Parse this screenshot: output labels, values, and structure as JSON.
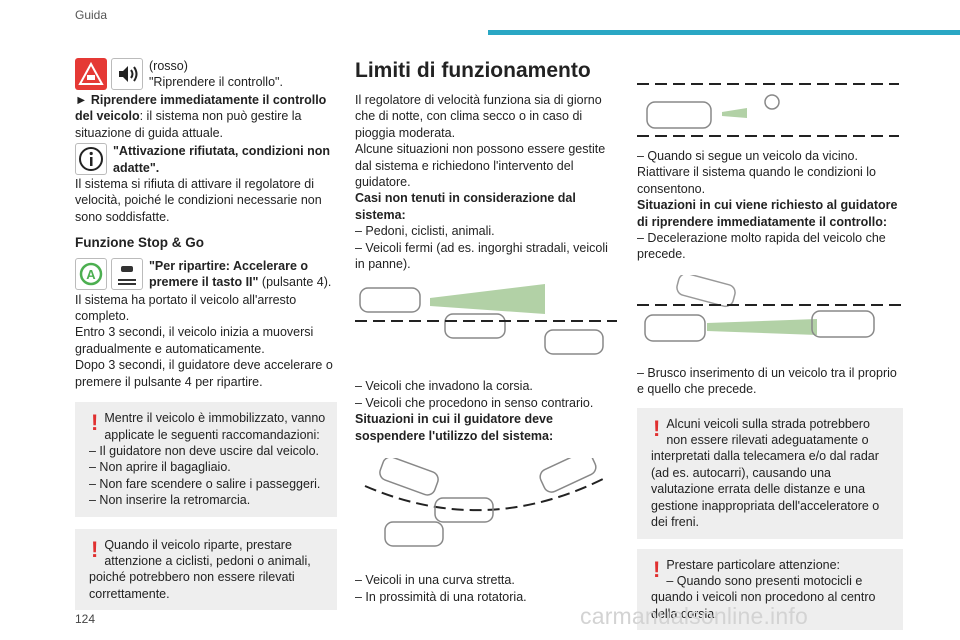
{
  "header": {
    "title": "Guida"
  },
  "page_number": "124",
  "watermark": "carmanualsonline.info",
  "left": {
    "block1_l1": "(rosso)",
    "block1_l2": "\"Riprendere il controllo\".",
    "bullet_bold": "► Riprendere immediatamente il controllo del veicolo",
    "bullet_rest": ": il sistema non può gestire la situazione di guida attuale.",
    "info_bold": "\"Attivazione rifiutata, condizioni non adatte\".",
    "info_text": "Il sistema si rifiuta di attivare il regolatore di velocità, poiché le condizioni necessarie non sono soddisfatte.",
    "section": "Funzione Stop & Go",
    "stop_bold": "\"Per ripartire: Accelerare o premere il tasto II\"",
    "stop_rest": " (pulsante 4).",
    "stop_p1": "Il sistema ha portato il veicolo all'arresto completo.",
    "stop_p2": "Entro 3 secondi, il veicolo inizia a muoversi gradualmente e automaticamente.",
    "stop_p3": "Dopo 3 secondi, il guidatore deve accelerare o premere il pulsante 4 per ripartire.",
    "warn1_intro": "Mentre il veicolo è immobilizzato, vanno applicate le seguenti raccomandazioni:",
    "warn1_items": [
      "– Il guidatore non deve uscire dal veicolo.",
      "– Non aprire il bagagliaio.",
      "– Non fare scendere o salire i passeggeri.",
      "– Non inserire la retromarcia."
    ],
    "warn2": "Quando il veicolo riparte, prestare attenzione a ciclisti, pedoni o animali, poiché potrebbero non essere rilevati correttamente."
  },
  "middle": {
    "title": "Limiti di funzionamento",
    "p1": "Il regolatore di velocità funziona sia di giorno che di notte, con clima secco o in caso di pioggia moderata.",
    "p2": "Alcune situazioni non possono essere gestite dal sistema e richiedono l'intervento del guidatore.",
    "h1": "Casi non tenuti in considerazione dal sistema:",
    "list1": [
      "– Pedoni, ciclisti, animali.",
      "– Veicoli fermi (ad es. ingorghi stradali, veicoli in panne)."
    ],
    "list2": [
      "– Veicoli che invadono la corsia.",
      "– Veicoli che procedono in senso contrario."
    ],
    "h2": "Situazioni in cui il guidatore deve sospendere l'utilizzo del sistema:",
    "list3": [
      "– Veicoli in una curva stretta.",
      "– In prossimità di una rotatoria."
    ]
  },
  "right": {
    "l1": "– Quando si segue un veicolo da vicino.",
    "l2": "Riattivare il sistema quando le condizioni lo consentono.",
    "h1": "Situazioni in cui viene richiesto al guidatore di riprendere immediatamente il controllo:",
    "l3": "– Decelerazione molto rapida del veicolo che precede.",
    "l4": "– Brusco inserimento di un veicolo tra il proprio e quello che precede.",
    "warn1": "Alcuni veicoli sulla strada potrebbero non essere rilevati adeguatamente o interpretati dalla telecamera e/o dal radar (ad es. autocarri), causando una valutazione errata delle distanze e una gestione inappropriata dell'acceleratore o dei freni.",
    "warn2_l1": "Prestare particolare attenzione:",
    "warn2_l2": "– Quando sono presenti motocicli e quando i veicoli non procedono al centro della corsia."
  },
  "colors": {
    "accent": "#2aa7c4",
    "warning": "#e03030",
    "green_icon": "#4caf50"
  }
}
